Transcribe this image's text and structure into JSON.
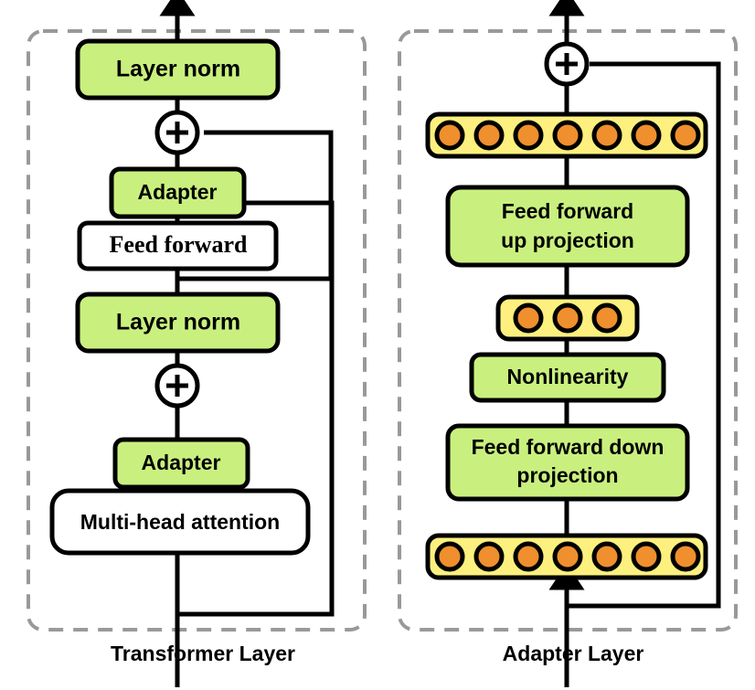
{
  "figure": {
    "title": "Transformer layer with adapters and adapter layer internals",
    "panels": [
      {
        "id": "transformer-layer",
        "caption": "Transformer Layer",
        "background": "#ffffff",
        "border_color": "#999999",
        "blocks": [
          {
            "label": "Layer norm",
            "fill": "#c9f07e",
            "style": "sans"
          },
          {
            "label": "Adapter",
            "fill": "#c9f07e",
            "style": "sans"
          },
          {
            "label": "Feed forward",
            "fill": "#ffffff",
            "style": "serif"
          },
          {
            "label": "Layer norm",
            "fill": "#c9f07e",
            "style": "sans"
          },
          {
            "label": "Adapter",
            "fill": "#c9f07e",
            "style": "sans"
          },
          {
            "label": "Multi-head attention",
            "fill": "#ffffff",
            "style": "sans"
          }
        ],
        "operators": [
          "+",
          "+"
        ]
      },
      {
        "id": "adapter-layer",
        "caption": "Adapter Layer",
        "background": "#f2f8e6",
        "border_color": "#999999",
        "blocks": [
          {
            "label": "Feed forward\nup projection",
            "fill": "#c9f07e",
            "style": "sans"
          },
          {
            "label": "Nonlinearity",
            "fill": "#c9f07e",
            "style": "sans"
          },
          {
            "label": "Feed forward down\nprojection",
            "fill": "#c9f07e",
            "style": "sans"
          }
        ],
        "operators": [
          "+"
        ],
        "neuron_rows": [
          {
            "name": "output-neurons",
            "count": 7,
            "bar_fill": "#fdf07f",
            "dot_fill": "#ef8f2e"
          },
          {
            "name": "bottleneck-neurons",
            "count": 3,
            "bar_fill": "#fdf07f",
            "dot_fill": "#ef8f2e"
          },
          {
            "name": "input-neurons",
            "count": 7,
            "bar_fill": "#fdf07f",
            "dot_fill": "#ef8f2e"
          }
        ]
      }
    ],
    "labels": {
      "layer_norm_top": "Layer norm",
      "adapter_top": "Adapter",
      "feed_forward": "Feed forward",
      "layer_norm_bottom": "Layer norm",
      "adapter_bottom": "Adapter",
      "multi_head_attention": "Multi-head attention",
      "ff_up_line1": "Feed forward",
      "ff_up_line2": "up projection",
      "nonlinearity": "Nonlinearity",
      "ff_down_line1": "Feed forward down",
      "ff_down_line2": "projection",
      "plus_symbol": "+",
      "caption_left": "Transformer Layer",
      "caption_right": "Adapter Layer"
    },
    "colors": {
      "green_block": "#c9f07e",
      "white_block": "#ffffff",
      "yellow_bar": "#fdf07f",
      "orange_dot": "#ef8f2e",
      "panel_right_bg": "#f2f8e6",
      "dashed_border": "#999999",
      "stroke": "#000000"
    }
  }
}
